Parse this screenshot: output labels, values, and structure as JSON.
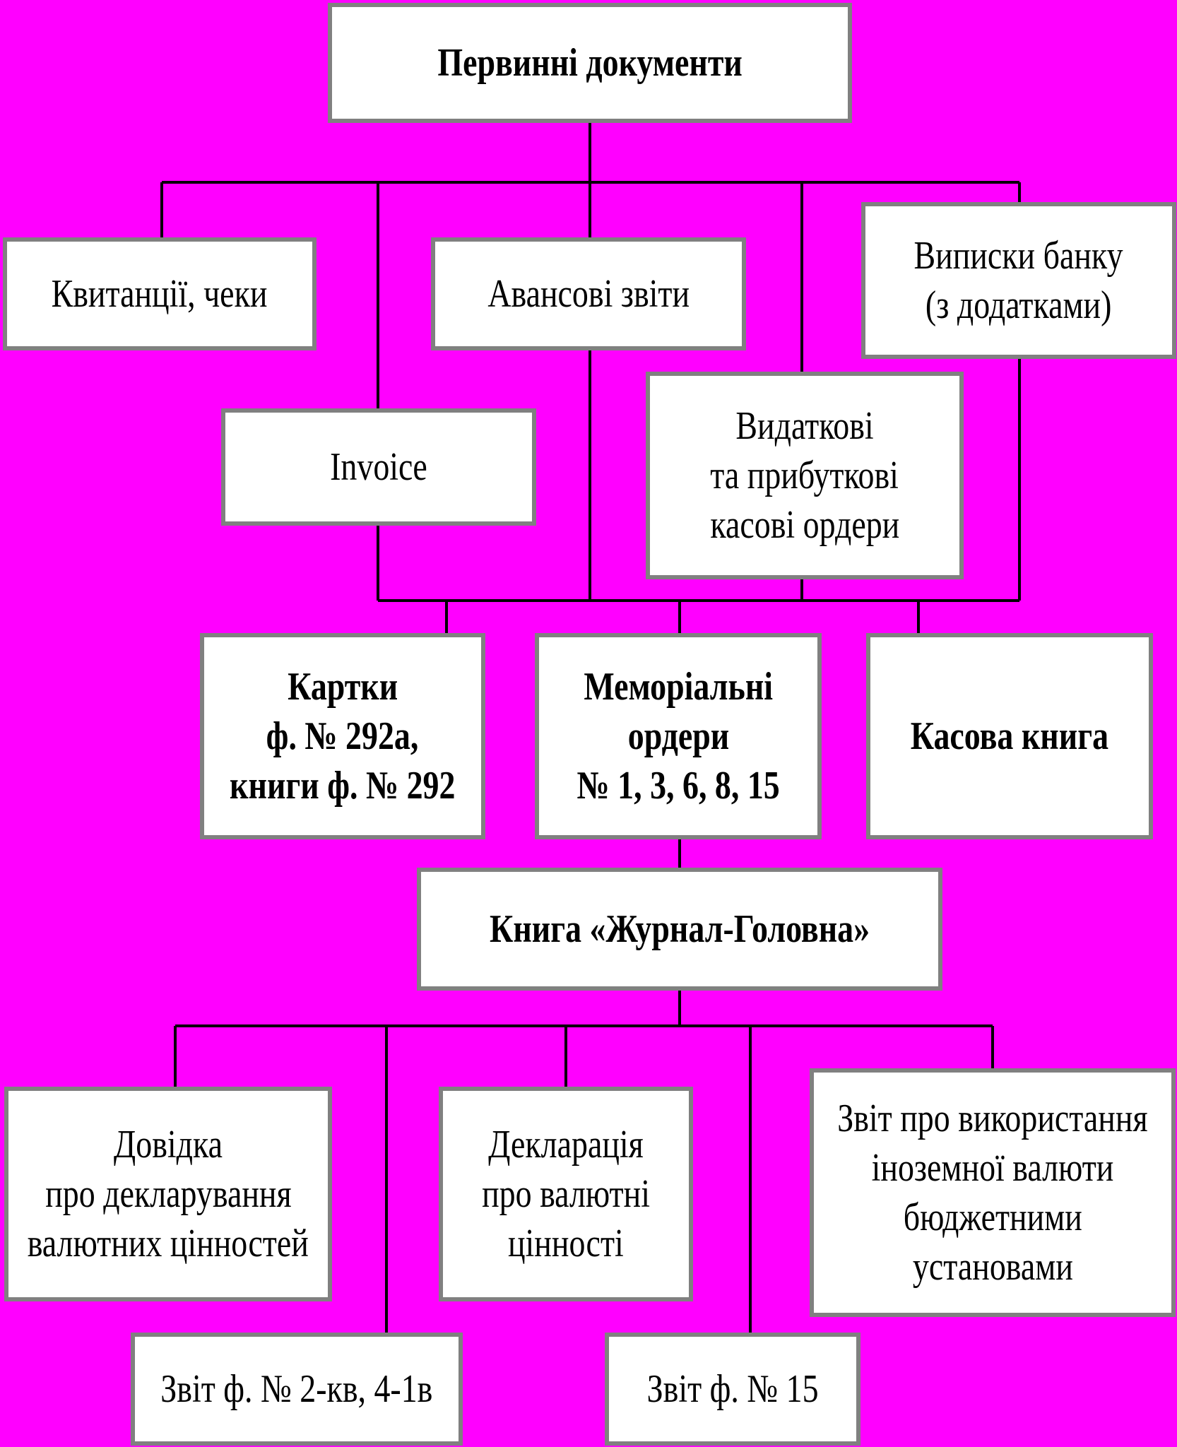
{
  "colors": {
    "background": "#FF00FF",
    "box_fill": "#FFFFFF",
    "box_border": "#808080",
    "line": "#000000",
    "text": "#000000"
  },
  "nodes": {
    "primary_docs": {
      "lines": [
        "Первинні документи"
      ]
    },
    "receipts": {
      "lines": [
        "Квитанції, чеки"
      ]
    },
    "advance_reports": {
      "lines": [
        "Авансові звіти"
      ]
    },
    "bank_statements": {
      "lines": [
        "Виписки банку",
        "(з додатками)"
      ]
    },
    "invoice": {
      "lines": [
        "Invoice"
      ]
    },
    "cash_orders": {
      "lines": [
        "Видаткові",
        "та прибуткові",
        "касові ордери"
      ]
    },
    "cards": {
      "lines": [
        "Картки",
        "ф. № 292а,",
        "книги ф. № 292"
      ]
    },
    "memorial_orders": {
      "lines": [
        "Меморіальні",
        "ордери",
        "№ 1, 3, 6, 8, 15"
      ]
    },
    "cash_book": {
      "lines": [
        "Касова книга"
      ]
    },
    "journal_main": {
      "lines": [
        "Книга  «Журнал-Головна»"
      ]
    },
    "declaration_certificate": {
      "lines": [
        "Довідка",
        "про декларування",
        "валютних цінностей"
      ]
    },
    "declaration": {
      "lines": [
        "Декларація",
        "про валютні",
        "цінності"
      ]
    },
    "currency_report": {
      "lines": [
        "Звіт про використання",
        "іноземної валюти",
        "бюджетними",
        "установами"
      ]
    },
    "report_2kv": {
      "lines": [
        "Звіт ф. № 2-кв, 4-1в"
      ]
    },
    "report_15": {
      "lines": [
        "Звіт ф. № 15"
      ]
    }
  }
}
